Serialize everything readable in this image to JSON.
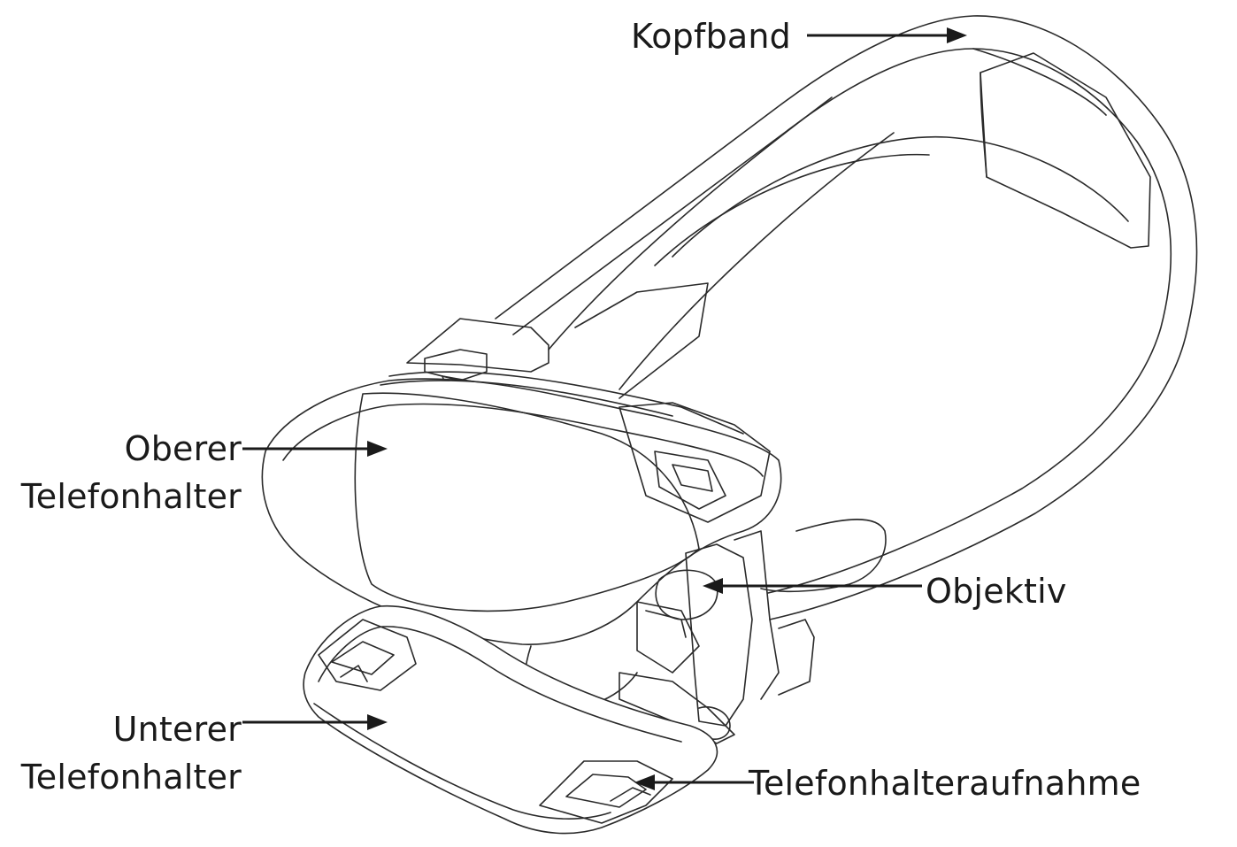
{
  "diagram": {
    "labels": {
      "headband": "Kopfband",
      "upper_holder_line1": "Oberer",
      "upper_holder_line2": "Telefonhalter",
      "lens": "Objektiv",
      "lower_holder_line1": "Unterer",
      "lower_holder_line2": "Telefonhalter",
      "holder_mount": "Telefonhalteraufnahme"
    },
    "colors": {
      "line": "#2a2a2a",
      "background": "#ffffff"
    }
  }
}
